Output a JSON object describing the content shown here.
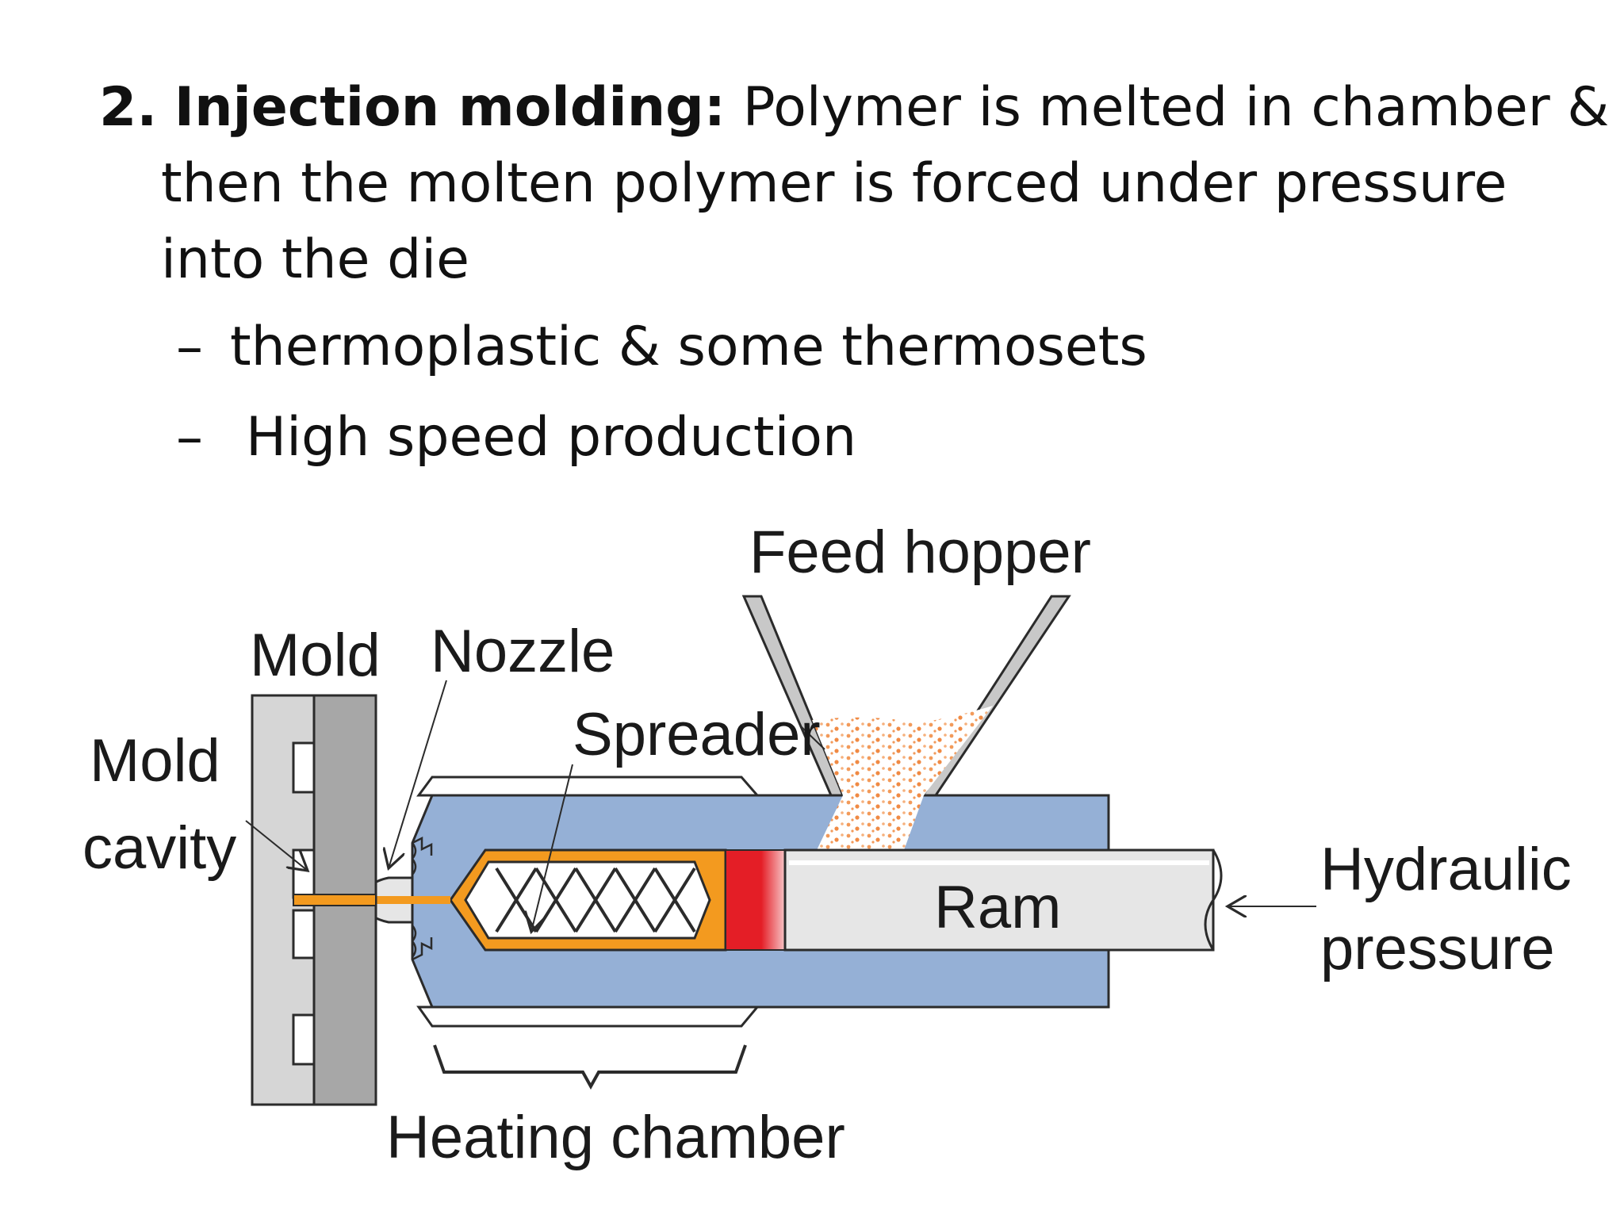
{
  "slide": {
    "number": "2.",
    "term": "Injection molding:",
    "description_line1": "Polymer is melted in chamber &",
    "description_line2": "then the molten polymer is forced under pressure",
    "description_line3": "into the die",
    "bullets": [
      {
        "dash": "–",
        "text": "thermoplastic & some thermosets"
      },
      {
        "dash": "–",
        "text": "High speed production"
      }
    ]
  },
  "diagram": {
    "labels": {
      "feed_hopper": "Feed hopper",
      "mold": "Mold",
      "nozzle": "Nozzle",
      "spreader": "Spreader",
      "mold_cavity_line1": "Mold",
      "mold_cavity_line2": "cavity",
      "ram": "Ram",
      "hydraulic_line1": "Hydraulic",
      "hydraulic_line2": "pressure",
      "heating_chamber": "Heating chamber"
    },
    "colors": {
      "chamber": "#95b0d6",
      "molten_polymer": "#f39a1f",
      "heated_zone": "#e41e26",
      "ram": "#e6e6e6",
      "mold_light": "#d6d6d6",
      "mold_dark": "#a7a7a7",
      "pellets": "#f29a5a",
      "outline": "#2b2b2b"
    }
  }
}
